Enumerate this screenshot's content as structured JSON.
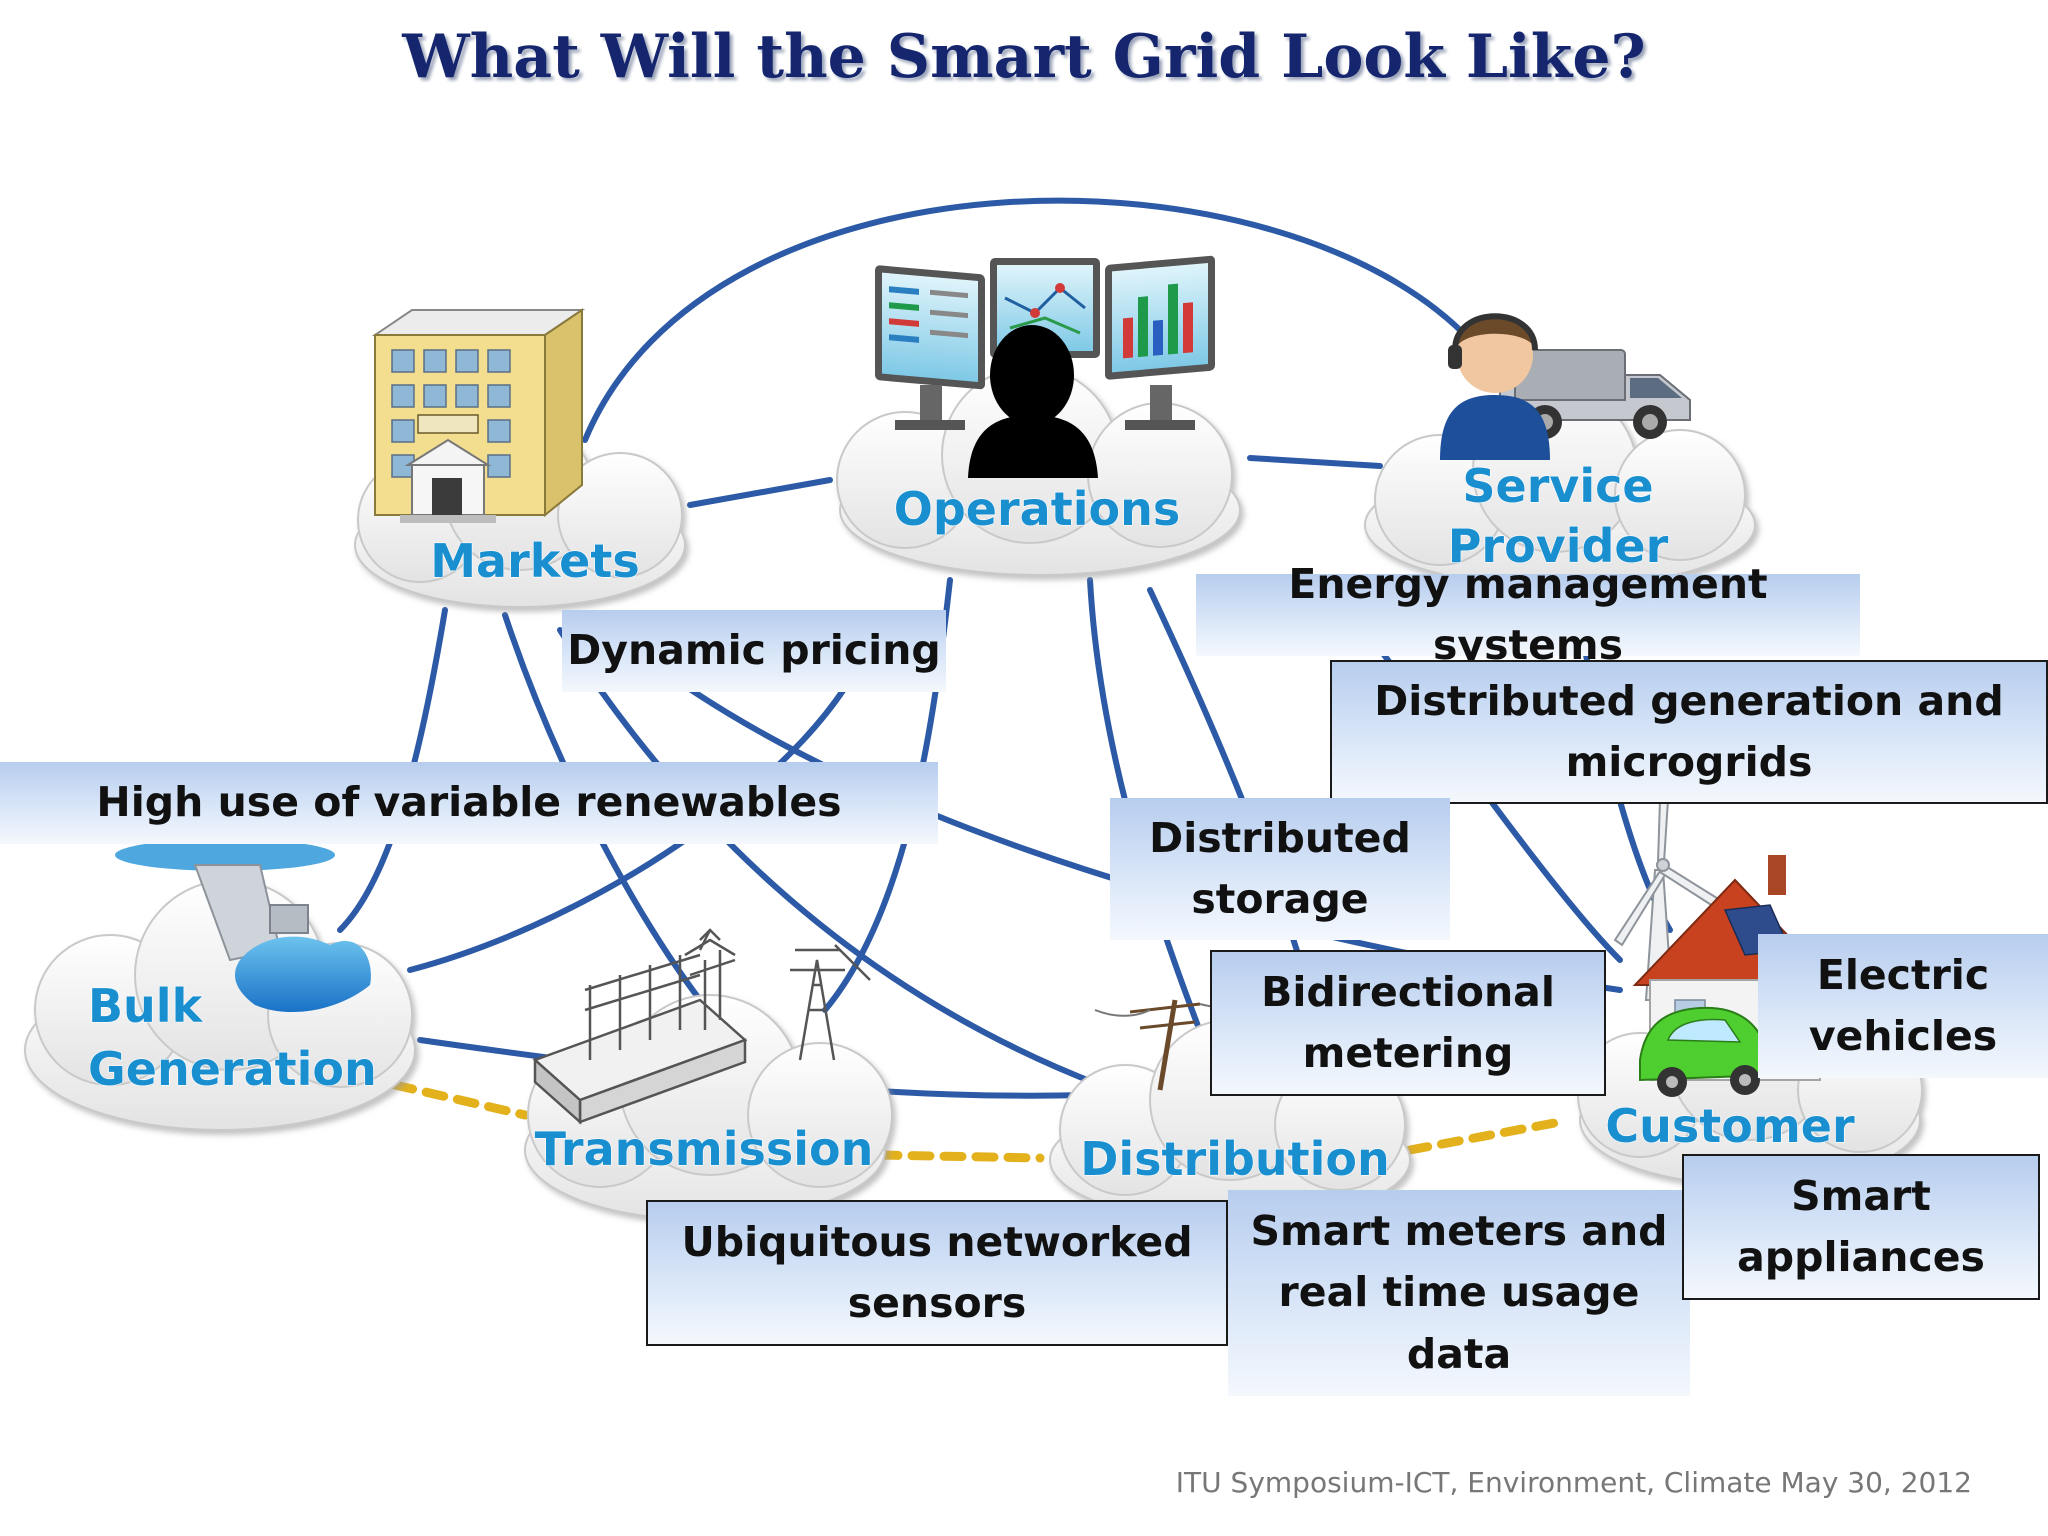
{
  "title": "What Will the Smart Grid Look Like?",
  "nodes": {
    "markets": "Markets",
    "operations": "Operations",
    "service_provider": [
      "Service",
      "Provider"
    ],
    "bulk_generation": [
      "Bulk",
      "Generation"
    ],
    "transmission": "Transmission",
    "distribution": "Distribution",
    "customer": "Customer"
  },
  "callouts": {
    "energy_management": "Energy management systems",
    "distributed_generation": [
      "Distributed generation and",
      "microgrids"
    ],
    "dynamic_pricing": "Dynamic pricing",
    "variable_renewables": "High use of variable renewables",
    "distributed_storage": [
      "Distributed",
      "storage"
    ],
    "bidirectional_metering": [
      "Bidirectional",
      "metering"
    ],
    "electric_vehicles": [
      "Electric",
      "vehicles"
    ],
    "ubiquitous_sensors": [
      "Ubiquitous networked",
      "sensors"
    ],
    "smart_meters": [
      "Smart meters and",
      "real time usage",
      "data"
    ],
    "smart_appliances": [
      "Smart",
      "appliances"
    ]
  },
  "footer": "ITU Symposium-ICT, Environment, Climate May 30, 2012",
  "colors": {
    "title": "#15266e",
    "link_line": "#2c5aa6",
    "node_label": "#1a8fd0",
    "dotted_link": "#e2b11c",
    "callout_top": "#b7cdee",
    "callout_bottom": "#f4f8fd"
  }
}
